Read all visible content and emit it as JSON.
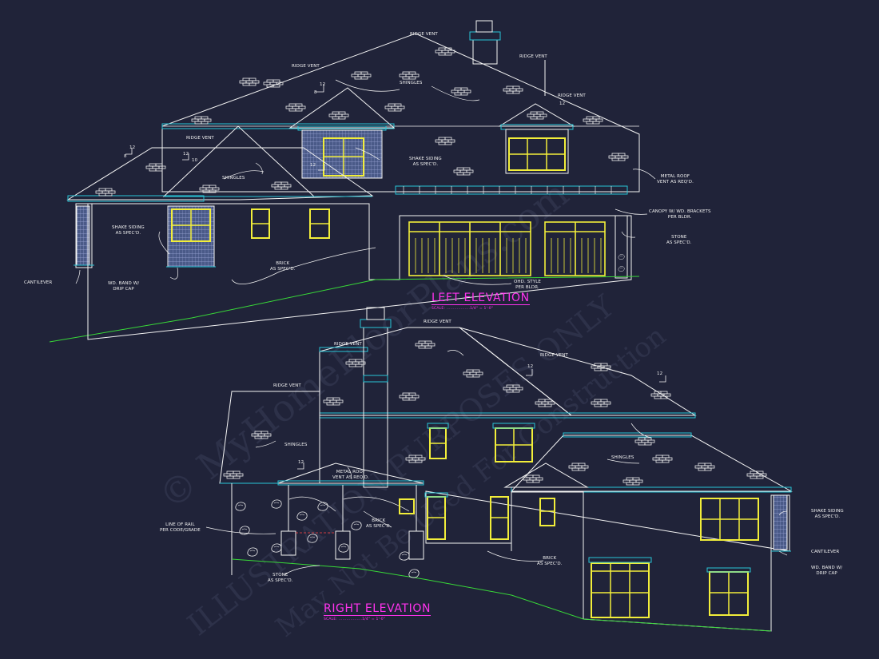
{
  "watermark": {
    "line1": "© MyHomeFloorPlans.com",
    "line2": "ILLUSTRATION PURPOSES ONLY",
    "line3": "May Not Be Used For Construction"
  },
  "left_elevation": {
    "title": "LEFT ELEVATION",
    "scale": "SCALE: ..................1/4\" = 1'-0\"",
    "notes": {
      "ridge_vent_1": "RIDGE VENT",
      "ridge_vent_2": "RIDGE VENT",
      "ridge_vent_3": "RIDGE VENT",
      "ridge_vent_4": "RIDGE VENT",
      "ridge_vent_5": "RIDGE VENT",
      "shingles_1": "SHINGLES",
      "shingles_2": "SHINGLES",
      "shake_siding_1": "SHAKE SIDING\nAS SPEC'D.",
      "shake_siding_2": "SHAKE SIDING\nAS SPEC'D.",
      "metal_roof": "METAL ROOF\nVENT AS REQ'D.",
      "canopy": "CANOPY W/ WD. BRACKETS\nPER BLDR.",
      "stone": "STONE\nAS SPEC'D.",
      "brick": "BRICK\nAS SPEC'D.",
      "cantilever": "CANTILEVER",
      "wd_band": "WD. BAND W/\nDRIP CAP",
      "garage_door": "OHD. STYLE\nPER BLDR."
    }
  },
  "right_elevation": {
    "title": "RIGHT ELEVATION",
    "scale": "SCALE: ..................1/4\" = 1'-0\"",
    "notes": {
      "ridge_vent_1": "RIDGE VENT",
      "ridge_vent_2": "RIDGE VENT",
      "ridge_vent_3": "RIDGE VENT",
      "ridge_vent_4": "RIDGE VENT",
      "shingles_1": "SHINGLES",
      "shingles_2": "SHINGLES",
      "metal_roof": "METAL ROOF\nVENT AS REQ'D.",
      "line_of_rail": "LINE OF RAIL\nPER CODE/GRADE",
      "brick_1": "BRICK\nAS SPEC'D.",
      "brick_2": "BRICK\nAS SPEC'D.",
      "stone": "STONE\nAS SPEC'D.",
      "shake_siding": "SHAKE SIDING\nAS SPEC'D.",
      "cantilever": "CANTILEVER",
      "wd_band": "WD. BAND W/\nDRIP CAP"
    }
  },
  "pitch_labels": {
    "twelve": "12",
    "eight": "8",
    "ten": "10"
  },
  "colors": {
    "background": "#202339",
    "outline": "#f4f4f4",
    "trim": "#29c6d6",
    "window": "#f2ee3a",
    "grade": "#38d838",
    "title": "#ff33ee"
  }
}
